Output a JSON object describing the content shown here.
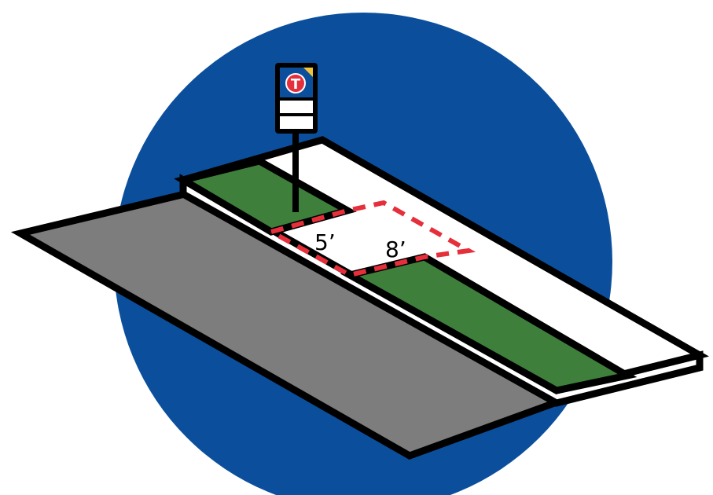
{
  "diagram": {
    "dimensions": {
      "depth_label": "5’",
      "width_label": "8’"
    },
    "sign": {
      "logo_letter": "T"
    },
    "colors": {
      "background_circle": "#0b4f9c",
      "road": "#7d7d7d",
      "grass": "#3f7f3c",
      "sidewalk": "#ffffff",
      "outline": "#000000",
      "pad_outline": "#e52f3b",
      "sign_blue": "#0b4f9c",
      "sign_red": "#e52f3b",
      "sign_yellow": "#f2c53d"
    }
  }
}
